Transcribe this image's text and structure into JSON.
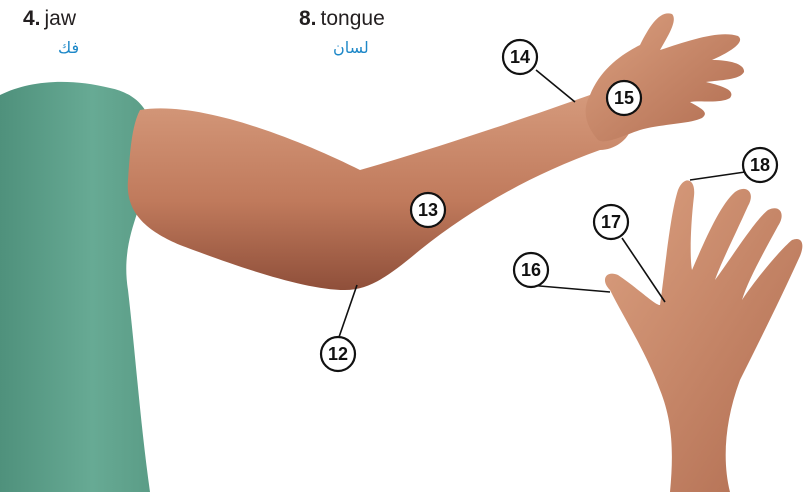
{
  "terms": [
    {
      "number": "4.",
      "english": "jaw",
      "arabic": "فك"
    },
    {
      "number": "8.",
      "english": "tongue",
      "arabic": "لسان"
    }
  ],
  "callouts": [
    "12",
    "13",
    "14",
    "15",
    "16",
    "17",
    "18"
  ],
  "colors": {
    "shirt": "#5fa08b",
    "skin": "#c98566",
    "skin_shadow": "#9e5b44",
    "translation_text": "#1e88c8",
    "callout_ring": "#111111"
  }
}
